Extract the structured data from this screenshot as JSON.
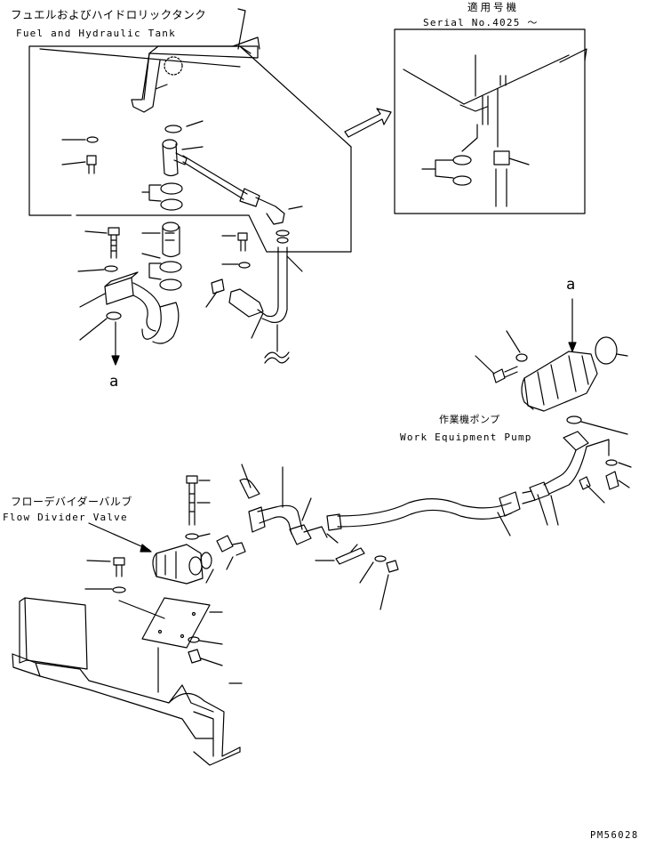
{
  "labels": {
    "tank_jp": "フュエルおよびハイドロリックタンク",
    "tank_en": "Fuel and Hydraulic Tank",
    "serial_jp": "適用号機",
    "serial_en": "Serial No.4025 ～",
    "pump_jp": "作業機ポンプ",
    "pump_en": "Work Equipment Pump",
    "fdv_jp": "フローデバイダーバルブ",
    "fdv_en": "Flow Divider Valve",
    "pointer_a_top": "a",
    "pointer_a_left": "a",
    "drawing_no": "PM56028"
  },
  "colors": {
    "line": "#000000",
    "background": "#ffffff"
  }
}
